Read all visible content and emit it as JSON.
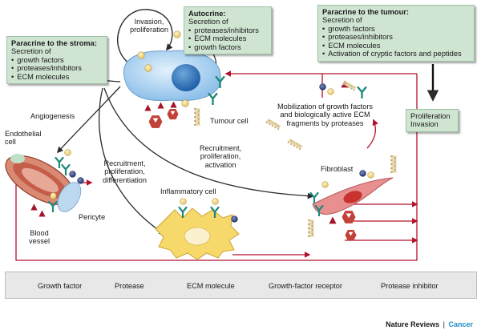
{
  "boxes": {
    "stroma": {
      "title": "Paracrine to the stroma",
      "intro": "Secretion of",
      "items": [
        "growth factors",
        "proteases/inhibitors",
        "ECM molecules"
      ]
    },
    "autocrine": {
      "title": "Autocrine",
      "intro": "Secretion of",
      "items": [
        "proteases/inhibitors",
        "ECM molecules",
        "growth factors"
      ]
    },
    "tumour": {
      "title": "Paracrine to the tumour",
      "intro": "Secretion of",
      "items": [
        "growth factors",
        "proteases/inhibitors",
        "ECM molecules",
        "Activation of cryptic factors and peptides"
      ]
    },
    "proliferation": {
      "line1": "Proliferation",
      "line2": "Invasion"
    }
  },
  "labels": {
    "invasion": "Invasion,",
    "invasion2": "proliferation",
    "tumour_cell": "Tumour cell",
    "angiogenesis": "Angiogenesis",
    "endothelial": "Endothelial",
    "endothelial2": "cell",
    "pericyte": "Pericyte",
    "blood": "Blood",
    "blood2": "vessel",
    "recruit_diff1": "Recruitment,",
    "recruit_diff2": "proliferation,",
    "recruit_diff3": "differentiation",
    "recruit_act1": "Recruitment,",
    "recruit_act2": "proliferation,",
    "recruit_act3": "activation",
    "inflammatory": "Inflammatory cell",
    "fibroblast": "Fibroblast",
    "mobilization1": "Mobilization of growth factors",
    "mobilization2": "and biologically active ECM",
    "mobilization3": "fragments by proteases"
  },
  "legend": {
    "growth_factor": "Growth factor",
    "protease": "Protease",
    "ecm": "ECM molecule",
    "receptor": "Growth-factor receptor",
    "inhibitor": "Protease inhibitor"
  },
  "credit": {
    "publisher": "Nature Reviews",
    "separator": "|",
    "journal": "Cancer"
  },
  "colors": {
    "box_fill": "#cfe5d2",
    "arrow_red": "#b3122b",
    "arrow_dark": "#2b2b2b",
    "growth_factor_blue": "#3a4f8f",
    "growth_factor_yellow": "#f1d98a",
    "protease": "#a3152a",
    "ecm": "#d6c08a",
    "receptor": "#1e8a7a",
    "inhibitor": "#c2413a",
    "tumour_cell": "#a9cff0",
    "fibroblast": "#e88f8f",
    "inflammatory_cell": "#f6d96a",
    "legend_fill": "#e8e8e8"
  },
  "icons": [
    "growth-factor-icon",
    "protease-icon",
    "ecm-molecule-icon",
    "growth-factor-receptor-icon",
    "protease-inhibitor-icon"
  ]
}
